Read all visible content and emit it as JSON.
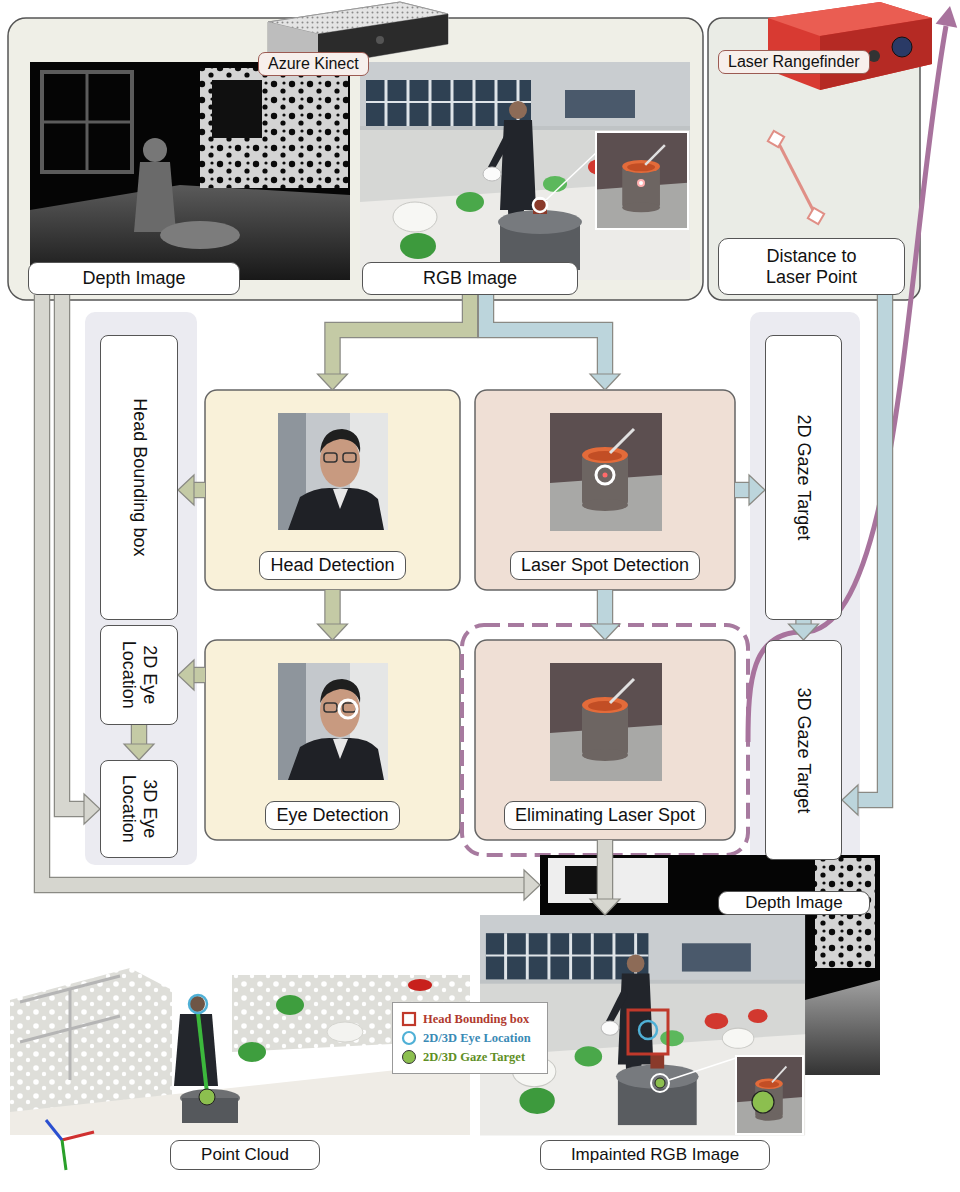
{
  "diagram": {
    "nodes": [
      {
        "text": [
          "Azure Kinect"
        ]
      },
      {
        "text": [
          "Depth Image"
        ]
      },
      {
        "text": [
          "RGB Image"
        ]
      },
      {
        "text": [
          "Laser Rangefinder"
        ]
      },
      {
        "text": [
          "Distance to Laser Point"
        ]
      },
      {
        "text": [
          "Head Bounding box"
        ]
      },
      {
        "text": [
          "Head Detection"
        ]
      },
      {
        "text": [
          "Laser Spot Detection"
        ]
      },
      {
        "text": [
          "2D Gaze Target"
        ]
      },
      {
        "text": [
          "2D Eye Location"
        ]
      },
      {
        "text": [
          "Eye Detection"
        ]
      },
      {
        "text": [
          "Eliminating Laser Spot"
        ]
      },
      {
        "text": [
          "3D Gaze Target"
        ]
      },
      {
        "text": [
          "3D Eye Location"
        ]
      },
      {
        "text": [
          "Depth Image"
        ]
      },
      {
        "text": [
          "Point Cloud"
        ]
      },
      {
        "text": [
          "Impainted RGB Image"
        ]
      }
    ],
    "edges": [
      {
        "from": 1,
        "to": 13,
        "arrow": "to"
      },
      {
        "from": 1,
        "to": 14,
        "arrow": "to"
      },
      {
        "from": 2,
        "to": 6,
        "arrow": "to"
      },
      {
        "from": 2,
        "to": 7,
        "arrow": "to"
      },
      {
        "from": 6,
        "to": 5,
        "arrow": "to"
      },
      {
        "from": 6,
        "to": 10,
        "arrow": "to"
      },
      {
        "from": 10,
        "to": 9,
        "arrow": "to"
      },
      {
        "from": 9,
        "to": 13,
        "arrow": "to"
      },
      {
        "from": 7,
        "to": 8,
        "arrow": "to"
      },
      {
        "from": 7,
        "to": 11,
        "arrow": "to"
      },
      {
        "from": 8,
        "to": 12,
        "arrow": "to"
      },
      {
        "from": 4,
        "to": 12,
        "arrow": "to"
      },
      {
        "from": 11,
        "to": 16,
        "arrow": "to"
      }
    ],
    "legend": [
      {
        "text": "Head Bounding box"
      },
      {
        "text": "2D/3D Eye Location"
      },
      {
        "text": "2D/3D Gaze Target"
      }
    ]
  }
}
